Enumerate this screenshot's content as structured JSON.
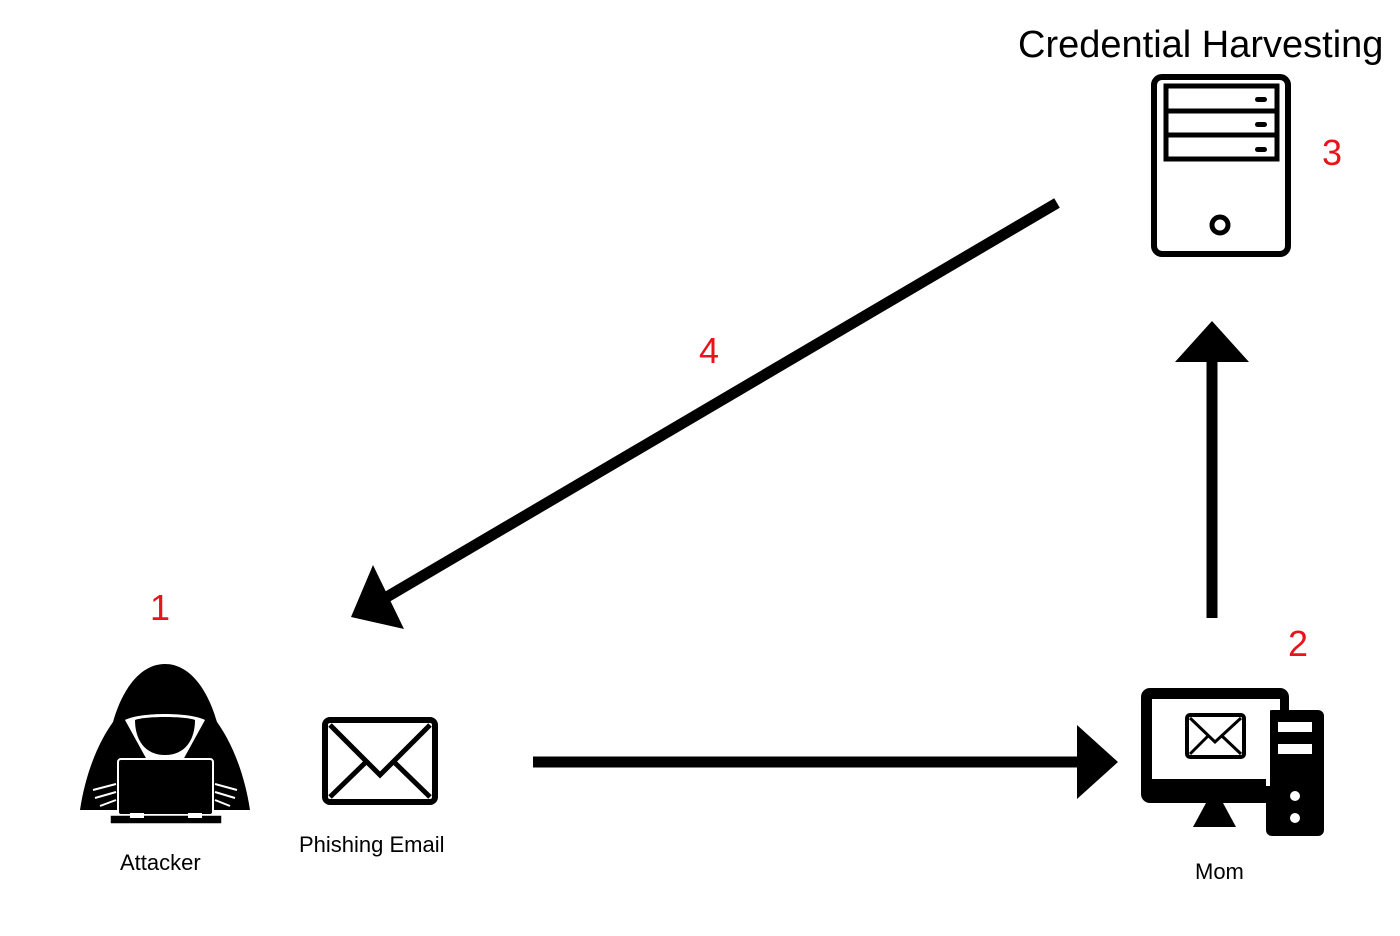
{
  "diagram": {
    "title": "Phishing credential harvesting flow",
    "nodes": [
      {
        "id": "attacker",
        "label": "Attacker",
        "step": "1",
        "icon": "hooded-hacker-icon"
      },
      {
        "id": "phishing_email",
        "label": "Phishing Email",
        "icon": "envelope-icon"
      },
      {
        "id": "mom",
        "label": "Mom",
        "step": "2",
        "icon": "desktop-computer-email-icon"
      },
      {
        "id": "credential_harvesting",
        "label": "Credential Harvesting",
        "step": "3",
        "icon": "server-tower-icon"
      }
    ],
    "edges": [
      {
        "from": "phishing_email",
        "to": "mom",
        "label": ""
      },
      {
        "from": "mom",
        "to": "credential_harvesting",
        "label": ""
      },
      {
        "from": "credential_harvesting",
        "to": "phishing_email",
        "label": "4"
      }
    ],
    "colors": {
      "step_number": "#e8141b",
      "stroke": "#000000",
      "background": "#ffffff"
    }
  }
}
